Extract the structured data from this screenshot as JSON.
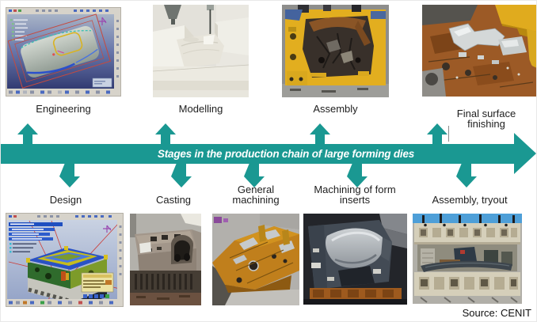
{
  "banner": {
    "text": "Stages in the production chain of large forming dies",
    "color": "#1A9892"
  },
  "top_row": [
    {
      "label": "Engineering",
      "image": "catia-cad-hood-screenshot"
    },
    {
      "label": "Modelling",
      "image": "foam-model-milling-photo"
    },
    {
      "label": "Assembly",
      "image": "yellow-die-assembly-photo"
    },
    {
      "label": "Final surface finishing",
      "image": "die-surface-finishing-photo"
    }
  ],
  "bottom_row": [
    {
      "label": "Design",
      "image": "catia-cad-die-design-screenshot"
    },
    {
      "label": "Casting",
      "image": "cast-die-photo"
    },
    {
      "label": "General machining",
      "image": "machined-die-block-photo"
    },
    {
      "label": "Machining of form inserts",
      "image": "form-insert-machining-photo"
    },
    {
      "label": "Assembly, tryout",
      "image": "die-tryout-press-shop-photo"
    }
  ],
  "source": {
    "label": "Source: CENIT"
  }
}
